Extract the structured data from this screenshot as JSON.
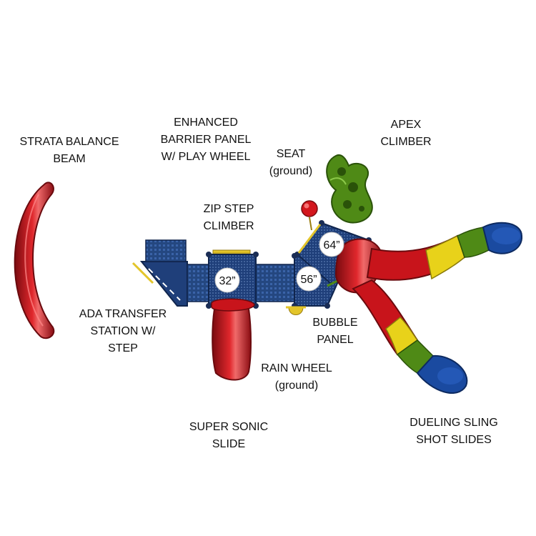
{
  "labels": {
    "strata_balance_beam": [
      "STRATA BALANCE",
      "BEAM"
    ],
    "enhanced_barrier_panel": [
      "ENHANCED",
      "BARRIER PANEL",
      "W/ PLAY WHEEL"
    ],
    "seat": [
      "SEAT",
      "(ground)"
    ],
    "apex_climber": [
      "APEX",
      "CLIMBER"
    ],
    "zip_step_climber": [
      "ZIP STEP",
      "CLIMBER"
    ],
    "ada_transfer_station": [
      "ADA TRANSFER",
      "STATION W/",
      "STEP"
    ],
    "bubble_panel": [
      "BUBBLE",
      "PANEL"
    ],
    "rain_wheel": [
      "RAIN WHEEL",
      "(ground)"
    ],
    "super_sonic_slide": [
      "SUPER SONIC",
      "SLIDE"
    ],
    "dueling_sling_shot_slides": [
      "DUELING SLING",
      "SHOT SLIDES"
    ]
  },
  "deck_heights": {
    "left_deck": "32”",
    "middle_deck": "56”",
    "upper_deck": "64”"
  },
  "colors": {
    "deck_blue": "#1f3f7a",
    "slide_red": "#c8141b",
    "climber_green": "#4f8a16",
    "slide_yellow": "#e8d21a",
    "slide_blue": "#1a4aa0",
    "trim_yellow": "#e3c52a"
  }
}
